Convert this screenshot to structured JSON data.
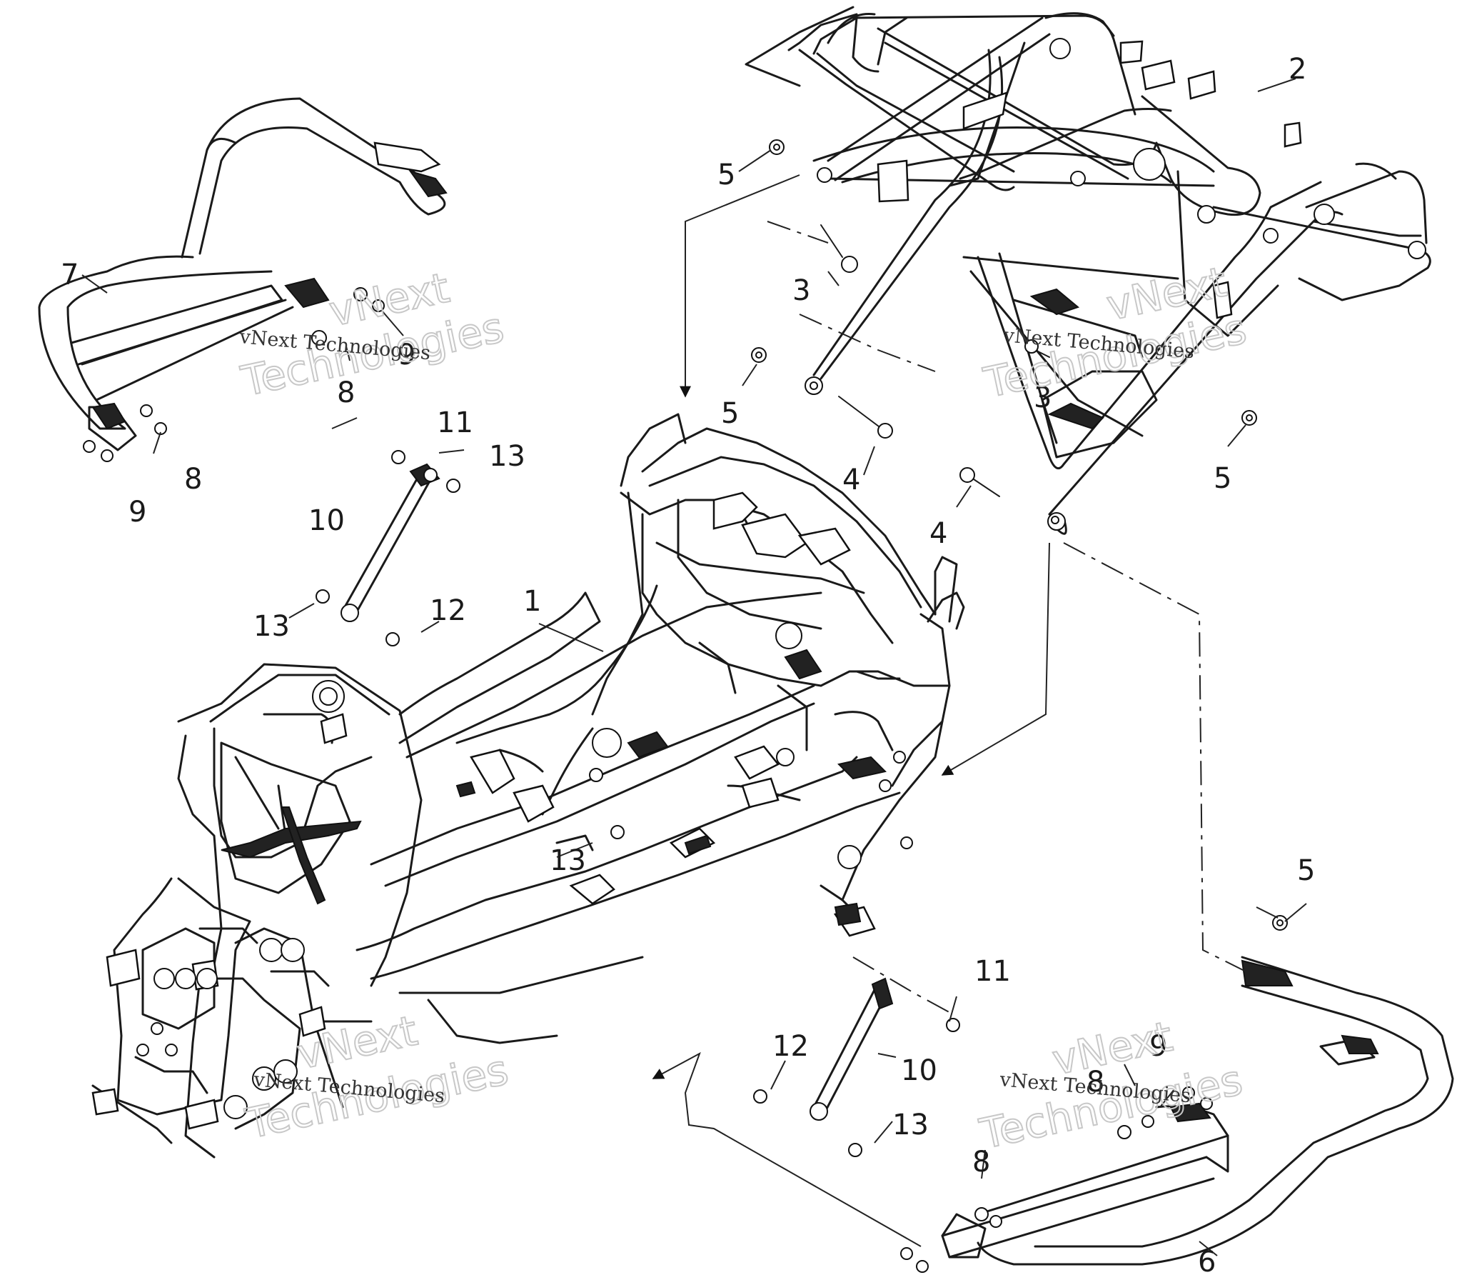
{
  "callouts": [
    "1",
    "2",
    "3",
    "4",
    "5",
    "6",
    "7",
    "8",
    "9",
    "10",
    "11",
    "12",
    "13"
  ],
  "watermark": {
    "line1": "vNext Technologies",
    "line2_a": "vNext",
    "line2_b": "Technologies"
  }
}
